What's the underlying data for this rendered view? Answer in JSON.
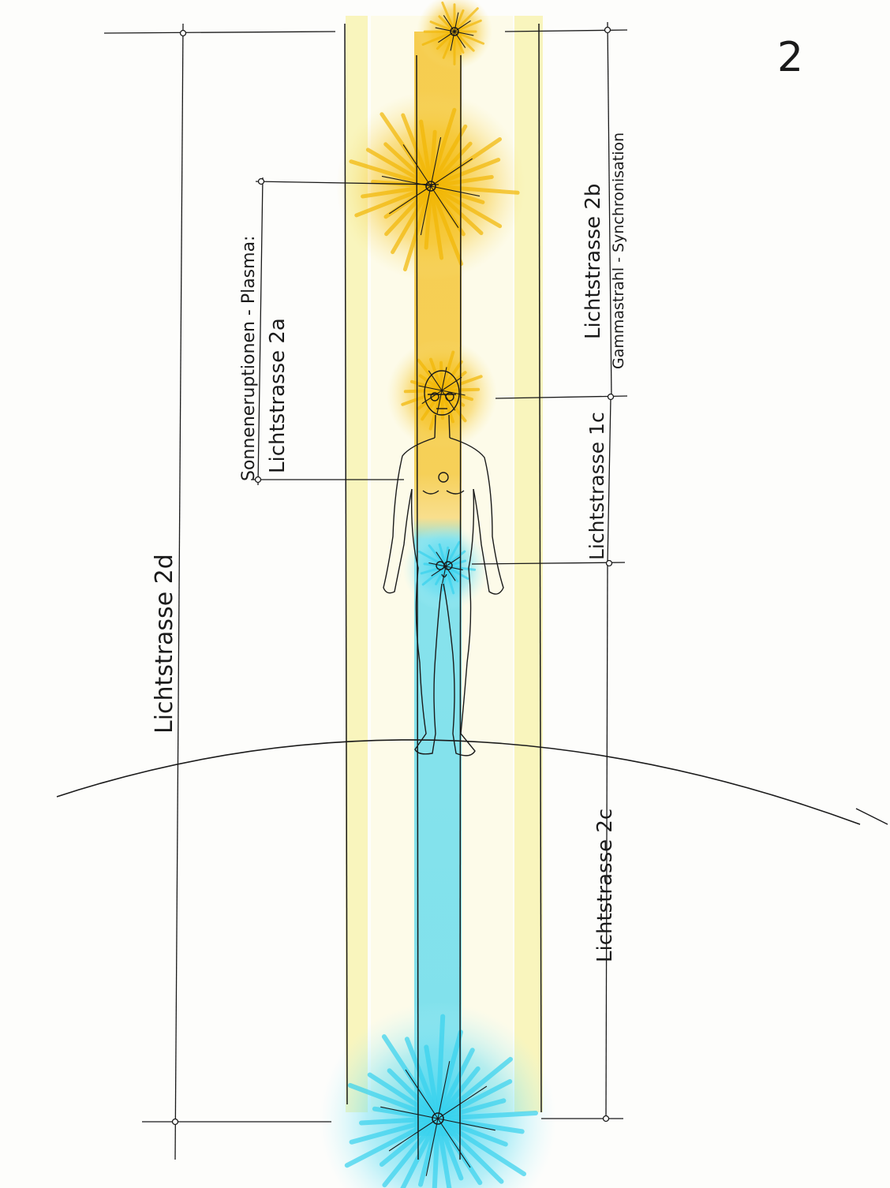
{
  "page_number": "2",
  "labels": {
    "strasse_2a_line1": "Sonneneruptionen - Plasma:",
    "strasse_2a_line2": "Lichtstrasse 2a",
    "strasse_2b_line1": "Lichtstrasse 2b",
    "strasse_2b_line2": "Gammastrahl - Synchronisation",
    "strasse_1c": "Lichtstrasse 1c",
    "strasse_2c": "Lichtstrasse 2c",
    "strasse_2d": "Lichtstrasse 2d"
  },
  "colors": {
    "ink": "#1a1a1a",
    "sun_yellow": "#f2b705",
    "pale_yellow": "#f6ee8a",
    "cyan": "#38d2ee",
    "paper": "#fdfdfb"
  }
}
